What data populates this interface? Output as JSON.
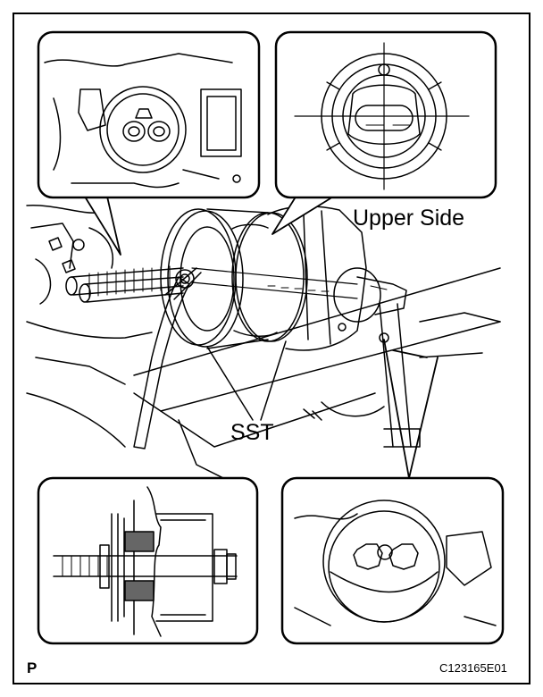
{
  "labels": {
    "upper_side": "Upper Side",
    "sst": "SST",
    "page_marker": "P",
    "figure_code": "C123165E01"
  },
  "colors": {
    "ink": "#000000",
    "background": "#ffffff"
  }
}
